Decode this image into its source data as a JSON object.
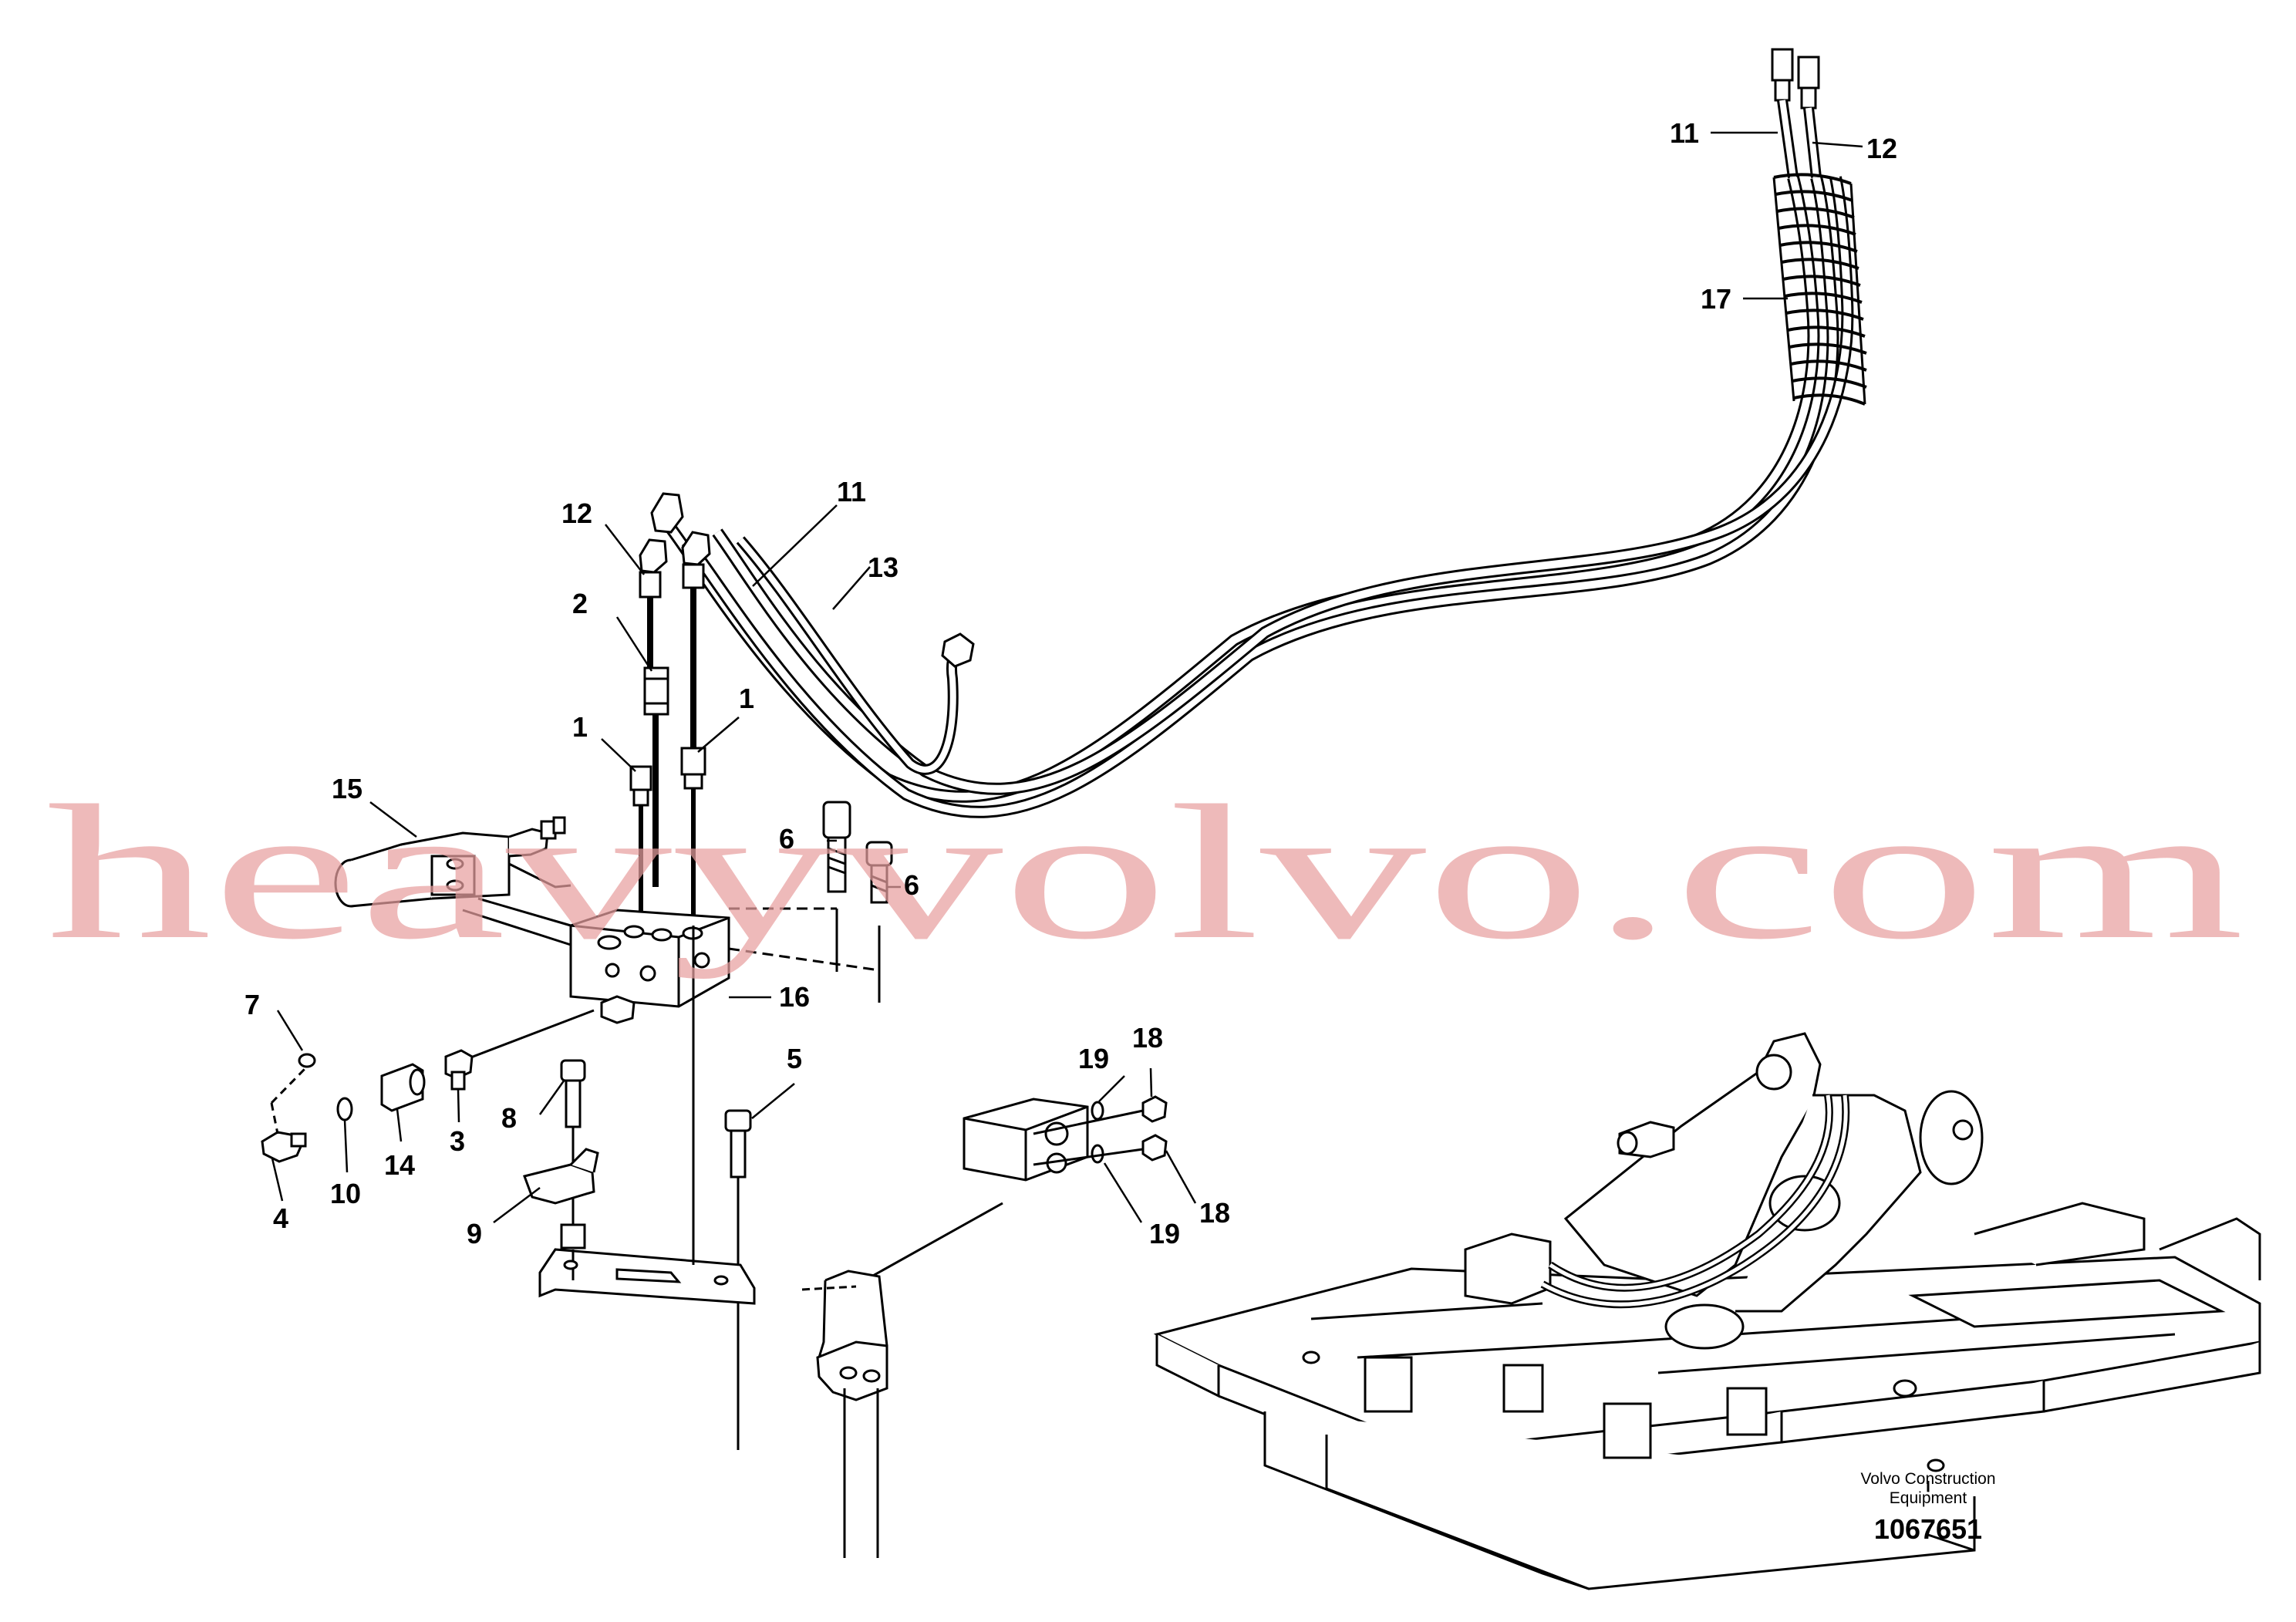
{
  "callouts": [
    {
      "id": "11a",
      "text": "11"
    },
    {
      "id": "12a",
      "text": "12"
    },
    {
      "id": "17",
      "text": "17"
    },
    {
      "id": "11b",
      "text": "11"
    },
    {
      "id": "12b",
      "text": "12"
    },
    {
      "id": "13",
      "text": "13"
    },
    {
      "id": "2",
      "text": "2"
    },
    {
      "id": "1a",
      "text": "1"
    },
    {
      "id": "1b",
      "text": "1"
    },
    {
      "id": "15",
      "text": "15"
    },
    {
      "id": "6a",
      "text": "6"
    },
    {
      "id": "6b",
      "text": "6"
    },
    {
      "id": "16",
      "text": "16"
    },
    {
      "id": "7",
      "text": "7"
    },
    {
      "id": "8",
      "text": "8"
    },
    {
      "id": "5",
      "text": "5"
    },
    {
      "id": "19a",
      "text": "19"
    },
    {
      "id": "18a",
      "text": "18"
    },
    {
      "id": "3",
      "text": "3"
    },
    {
      "id": "4",
      "text": "4"
    },
    {
      "id": "10",
      "text": "10"
    },
    {
      "id": "14",
      "text": "14"
    },
    {
      "id": "9",
      "text": "9"
    },
    {
      "id": "19b",
      "text": "19"
    },
    {
      "id": "18b",
      "text": "18"
    }
  ],
  "watermark": "heavyvolvo.com",
  "brand": {
    "line1": "Volvo Construction",
    "line2": "Equipment"
  },
  "document_number": "1067651",
  "colors": {
    "line": "#000000",
    "watermark": "#e8a0a0",
    "background": "#ffffff"
  }
}
